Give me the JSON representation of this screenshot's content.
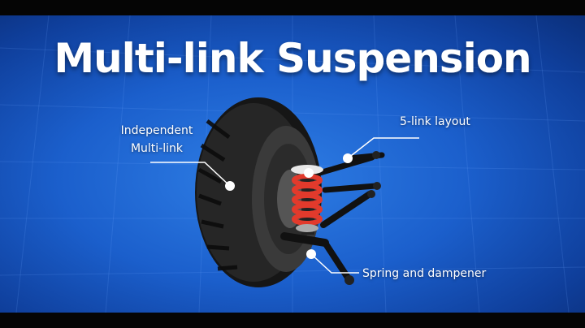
{
  "title": "Multi-link Suspension",
  "labels": {
    "independent_line1": "Independent",
    "independent_line2": "Multi-link",
    "five_link": "5-link layout",
    "spring": "Spring and dampener"
  },
  "colors": {
    "background": "#1b5fcc",
    "title": "#ffffff",
    "spring": "#e23a2c",
    "tire": "#1a1a1a"
  },
  "icons": [
    "tire-illustration",
    "coil-spring",
    "suspension-links"
  ]
}
